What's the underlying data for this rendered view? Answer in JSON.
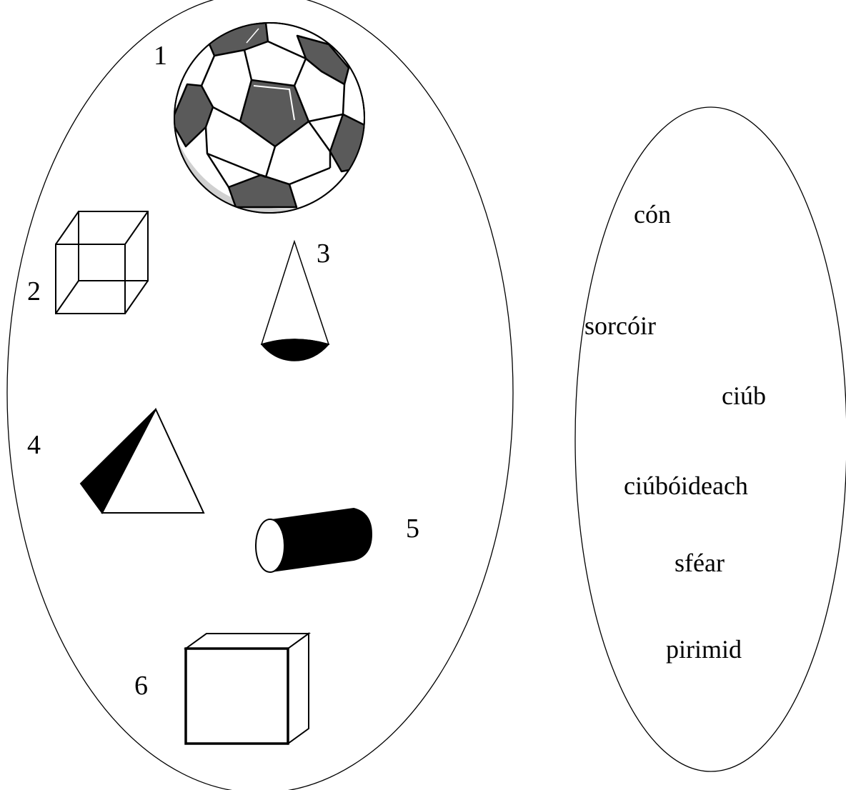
{
  "shape_numbers": {
    "n1": "1",
    "n2": "2",
    "n3": "3",
    "n4": "4",
    "n5": "5",
    "n6": "6"
  },
  "shapes": {
    "s1": "sphere (football)",
    "s2": "cube",
    "s3": "cone",
    "s4": "pyramid",
    "s5": "cylinder",
    "s6": "cuboid"
  },
  "words": {
    "w1": "cón",
    "w2": "sorcóir",
    "w3": "ciúb",
    "w4": "ciúbóideach",
    "w5": "sféar",
    "w6": "pirimid"
  },
  "colors": {
    "line": "#000000",
    "ball_dark": "#5a5a5a",
    "ball_shade": "#d0d0d0",
    "fill": "#ffffff"
  }
}
